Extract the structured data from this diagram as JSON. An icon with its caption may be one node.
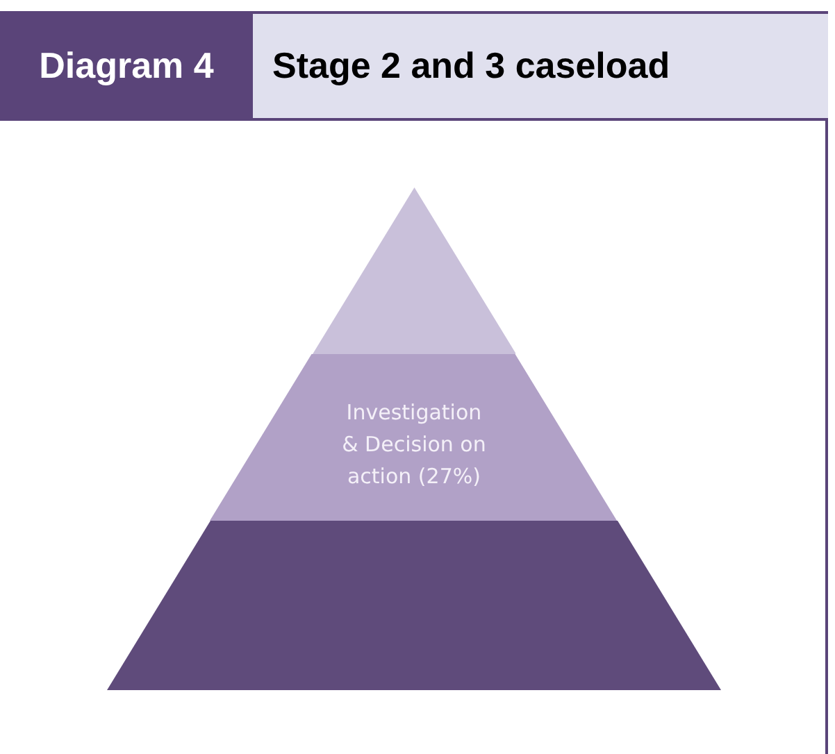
{
  "diagram": {
    "title": "Stage 2 and 3 caseload",
    "nodes": [
      {
        "text": [],
        "shape": "triangle"
      },
      {
        "text": [
          "Investigation & Decision on action (27%)"
        ]
      },
      {
        "text": [],
        "shape": "band"
      }
    ],
    "labels": [
      "Diagram 4"
    ]
  }
}
